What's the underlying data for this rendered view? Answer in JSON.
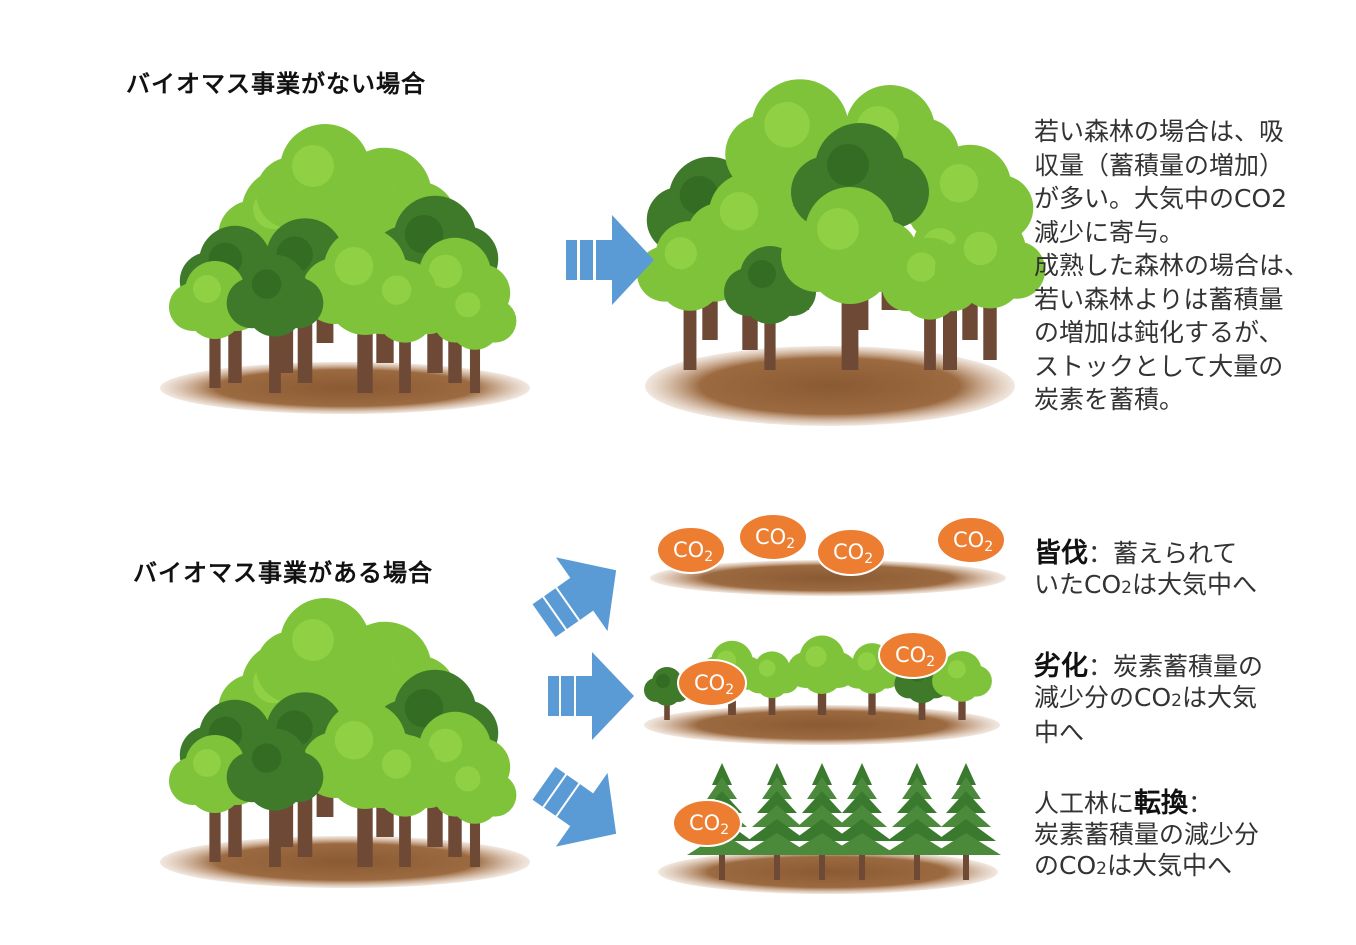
{
  "headings": {
    "without": "バイオマス事業がない場合",
    "with": "バイオマス事業がある場合"
  },
  "without_description": [
    "若い森林の場合は、吸",
    "収量（蓄積量の増加）",
    "が多い。大気中のCO2",
    "減少に寄与。",
    "成熟した森林の場合は、",
    "若い森林よりは蓄積量",
    "の増加は鈍化するが、",
    "ストックとして大量の",
    "炭素を蓄積。"
  ],
  "scenarios": {
    "clearcut": {
      "title": "皆伐",
      "sep": "：",
      "line1": "蓄えられて",
      "line2_pre": "いたCO",
      "line2_sub": "2",
      "line2_post": "は大気中へ"
    },
    "degradation": {
      "title": "劣化",
      "sep": "：",
      "line1": "炭素蓄積量の",
      "line2_pre": "減少分のCO",
      "line2_sub": "2",
      "line2_post": "は大気",
      "line3": "中へ"
    },
    "conversion": {
      "pre": "人工林に",
      "title": "転換",
      "sep": "：",
      "line1": "炭素蓄積量の減少分",
      "line2_pre": "のCO",
      "line2_sub": "2",
      "line2_post": "は大気中へ"
    }
  },
  "co2": {
    "text": "CO",
    "sub": "2"
  },
  "colors": {
    "arrow": "#5b9bd5",
    "co2_bubble": "#ed7d31",
    "ground": "#9c6a40",
    "leaf_light": "#7fc33a",
    "leaf_dark": "#3e7a2a",
    "trunk": "#6e4a36"
  }
}
